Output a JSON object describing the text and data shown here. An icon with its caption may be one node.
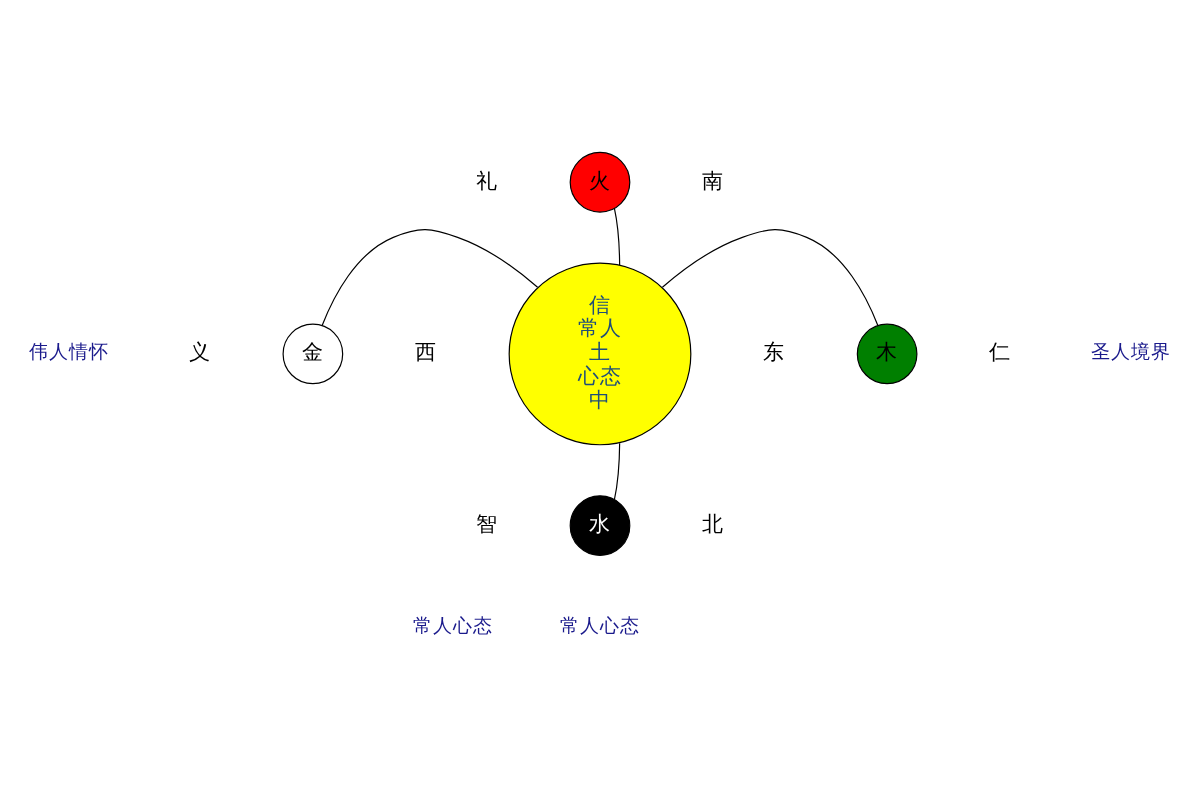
{
  "diagram": {
    "nodes": [
      {
        "text": [
          "火"
        ],
        "beside": [
          "礼",
          "南"
        ]
      },
      {
        "text": [
          "金"
        ],
        "beside": [
          "义",
          "西"
        ]
      },
      {
        "text": [
          "信",
          "常人",
          "土",
          "心态",
          "中"
        ]
      },
      {
        "text": [
          "木"
        ],
        "beside": [
          "东",
          "仁"
        ]
      },
      {
        "text": [
          "水"
        ],
        "beside": [
          "智",
          "北"
        ]
      }
    ],
    "edges": [
      {
        "from": 2,
        "to": 0,
        "arrow": "none"
      },
      {
        "from": 2,
        "to": 1,
        "arrow": "none"
      },
      {
        "from": 2,
        "to": 3,
        "arrow": "none"
      },
      {
        "from": 2,
        "to": 4,
        "arrow": "none"
      }
    ],
    "labels": [
      "伟人情怀",
      "圣人境界",
      "常人心态",
      "常人心态"
    ]
  }
}
